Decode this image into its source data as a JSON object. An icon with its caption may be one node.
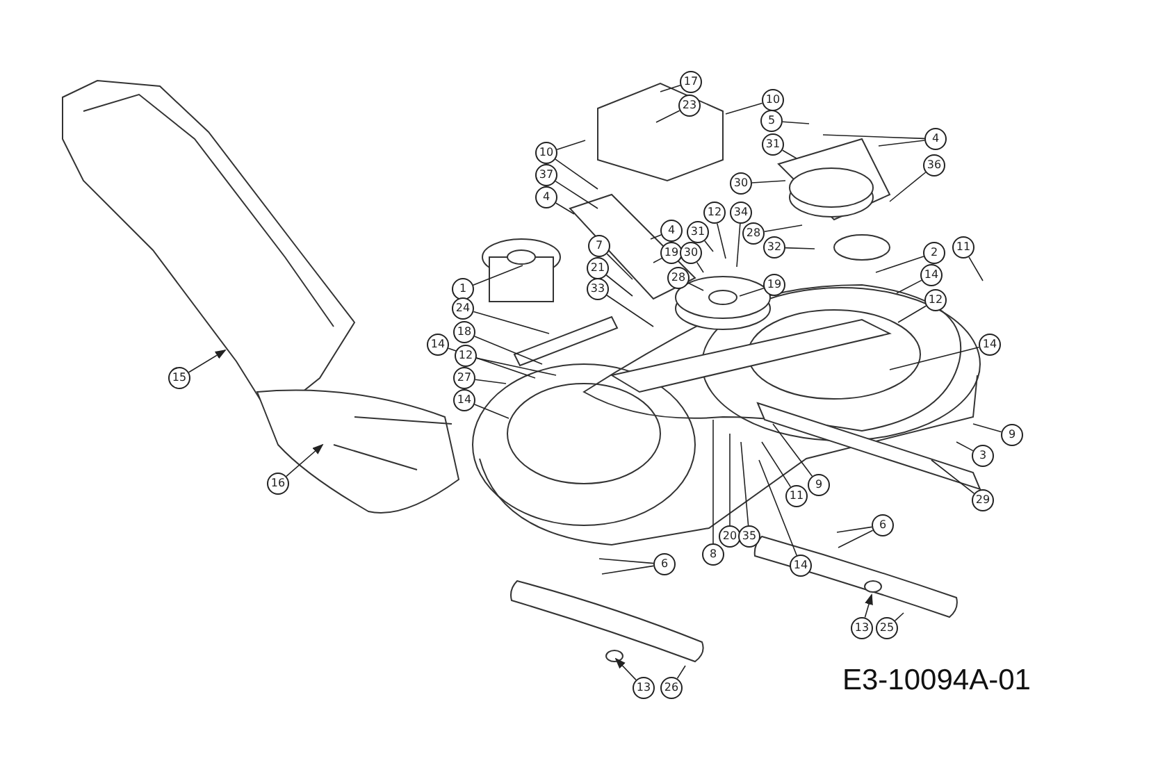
{
  "diagram": {
    "nodes": [
      {
        "text": [
          "17"
        ]
      },
      {
        "text": [
          "10"
        ]
      },
      {
        "text": [
          "23"
        ]
      },
      {
        "text": [
          "5"
        ]
      },
      {
        "text": [
          "4"
        ]
      },
      {
        "text": [
          "31"
        ]
      },
      {
        "text": [
          "10"
        ]
      },
      {
        "text": [
          "36"
        ]
      },
      {
        "text": [
          "37"
        ]
      },
      {
        "text": [
          "30"
        ]
      },
      {
        "text": [
          "4"
        ]
      },
      {
        "text": [
          "12"
        ]
      },
      {
        "text": [
          "34"
        ]
      },
      {
        "text": [
          "4"
        ]
      },
      {
        "text": [
          "31"
        ]
      },
      {
        "text": [
          "28"
        ]
      },
      {
        "text": [
          "7"
        ]
      },
      {
        "text": [
          "11"
        ]
      },
      {
        "text": [
          "32"
        ]
      },
      {
        "text": [
          "19"
        ]
      },
      {
        "text": [
          "30"
        ]
      },
      {
        "text": [
          "2"
        ]
      },
      {
        "text": [
          "21"
        ]
      },
      {
        "text": [
          "14"
        ]
      },
      {
        "text": [
          "28"
        ]
      },
      {
        "text": [
          "19"
        ]
      },
      {
        "text": [
          "1"
        ]
      },
      {
        "text": [
          "33"
        ]
      },
      {
        "text": [
          "12"
        ]
      },
      {
        "text": [
          "24"
        ]
      },
      {
        "text": [
          "18"
        ]
      },
      {
        "text": [
          "14"
        ]
      },
      {
        "text": [
          "14"
        ]
      },
      {
        "text": [
          "12"
        ]
      },
      {
        "text": [
          "15"
        ]
      },
      {
        "text": [
          "27"
        ]
      },
      {
        "text": [
          "14"
        ]
      },
      {
        "text": [
          "9"
        ]
      },
      {
        "text": [
          "3"
        ]
      },
      {
        "text": [
          "16"
        ]
      },
      {
        "text": [
          "9"
        ]
      },
      {
        "text": [
          "11"
        ]
      },
      {
        "text": [
          "29"
        ]
      },
      {
        "text": [
          "6"
        ]
      },
      {
        "text": [
          "20"
        ]
      },
      {
        "text": [
          "35"
        ]
      },
      {
        "text": [
          "8"
        ]
      },
      {
        "text": [
          "6"
        ]
      },
      {
        "text": [
          "14"
        ]
      },
      {
        "text": [
          "13"
        ]
      },
      {
        "text": [
          "25"
        ]
      },
      {
        "text": [
          "13"
        ]
      },
      {
        "text": [
          "26"
        ]
      }
    ],
    "edges": [
      {
        "from": 0,
        "to": null,
        "arrow": "none"
      },
      {
        "from": 1,
        "to": null,
        "arrow": "none"
      },
      {
        "from": 2,
        "to": null,
        "arrow": "none"
      },
      {
        "from": 3,
        "to": null,
        "arrow": "none"
      },
      {
        "from": 4,
        "to": null,
        "arrow": "none"
      },
      {
        "from": 4,
        "to": null,
        "arrow": "none"
      },
      {
        "from": 5,
        "to": null,
        "arrow": "none"
      },
      {
        "from": 6,
        "to": null,
        "arrow": "none"
      },
      {
        "from": 6,
        "to": null,
        "arrow": "none"
      },
      {
        "from": 7,
        "to": null,
        "arrow": "none"
      },
      {
        "from": 8,
        "to": null,
        "arrow": "none"
      },
      {
        "from": 9,
        "to": null,
        "arrow": "none"
      },
      {
        "from": 10,
        "to": null,
        "arrow": "none"
      },
      {
        "from": 11,
        "to": null,
        "arrow": "none"
      },
      {
        "from": 12,
        "to": null,
        "arrow": "none"
      },
      {
        "from": 13,
        "to": null,
        "arrow": "none"
      },
      {
        "from": 14,
        "to": null,
        "arrow": "none"
      },
      {
        "from": 15,
        "to": null,
        "arrow": "none"
      },
      {
        "from": 16,
        "to": null,
        "arrow": "none"
      },
      {
        "from": 17,
        "to": null,
        "arrow": "none"
      },
      {
        "from": 18,
        "to": null,
        "arrow": "none"
      },
      {
        "from": 19,
        "to": null,
        "arrow": "none"
      },
      {
        "from": 20,
        "to": null,
        "arrow": "none"
      },
      {
        "from": 21,
        "to": null,
        "arrow": "none"
      },
      {
        "from": 22,
        "to": null,
        "arrow": "none"
      },
      {
        "from": 23,
        "to": null,
        "arrow": "none"
      },
      {
        "from": 24,
        "to": null,
        "arrow": "none"
      },
      {
        "from": 25,
        "to": null,
        "arrow": "none"
      },
      {
        "from": 26,
        "to": null,
        "arrow": "none"
      },
      {
        "from": 27,
        "to": null,
        "arrow": "none"
      },
      {
        "from": 28,
        "to": null,
        "arrow": "none"
      },
      {
        "from": 29,
        "to": null,
        "arrow": "none"
      },
      {
        "from": 30,
        "to": null,
        "arrow": "none"
      },
      {
        "from": 31,
        "to": null,
        "arrow": "none"
      },
      {
        "from": 32,
        "to": null,
        "arrow": "none"
      },
      {
        "from": 33,
        "to": null,
        "arrow": "none"
      },
      {
        "from": 34,
        "to": null,
        "arrow": "to"
      },
      {
        "from": 35,
        "to": null,
        "arrow": "none"
      },
      {
        "from": 36,
        "to": null,
        "arrow": "none"
      },
      {
        "from": 37,
        "to": null,
        "arrow": "none"
      },
      {
        "from": 38,
        "to": null,
        "arrow": "none"
      },
      {
        "from": 39,
        "to": null,
        "arrow": "to"
      },
      {
        "from": 40,
        "to": null,
        "arrow": "none"
      },
      {
        "from": 41,
        "to": null,
        "arrow": "none"
      },
      {
        "from": 42,
        "to": null,
        "arrow": "none"
      },
      {
        "from": 43,
        "to": null,
        "arrow": "none"
      },
      {
        "from": 43,
        "to": null,
        "arrow": "none"
      },
      {
        "from": 44,
        "to": null,
        "arrow": "none"
      },
      {
        "from": 45,
        "to": null,
        "arrow": "none"
      },
      {
        "from": 46,
        "to": null,
        "arrow": "none"
      },
      {
        "from": 47,
        "to": null,
        "arrow": "none"
      },
      {
        "from": 47,
        "to": null,
        "arrow": "none"
      },
      {
        "from": 48,
        "to": null,
        "arrow": "none"
      },
      {
        "from": 49,
        "to": null,
        "arrow": "to"
      },
      {
        "from": 50,
        "to": null,
        "arrow": "none"
      },
      {
        "from": 51,
        "to": null,
        "arrow": "to"
      },
      {
        "from": 52,
        "to": null,
        "arrow": "none"
      }
    ],
    "labels": [
      "E3-10094A-01"
    ]
  }
}
